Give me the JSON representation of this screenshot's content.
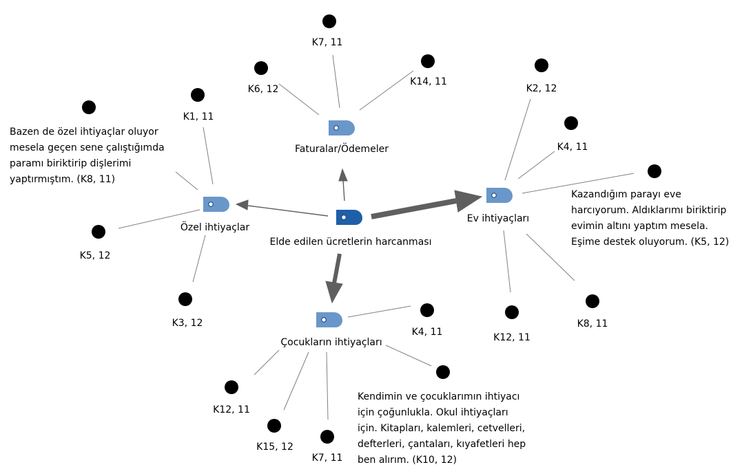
{
  "central": {
    "label": "Elde edilen ücretlerin harcanması"
  },
  "categories": {
    "faturalar": "Faturalar/Ödemeler",
    "ozel": "Özel ihtiyaçlar",
    "ev": "Ev ihtiyaçları",
    "cocuklar": "Çocukların ihtiyaçları"
  },
  "codes": {
    "k7_top": "K7, 11",
    "k6": "K6, 12",
    "k14": "K14, 11",
    "k1": "K1, 11",
    "k5_left": "K5, 12",
    "k3": "K3, 12",
    "k2": "K2, 12",
    "k4_right": "K4, 11",
    "k12_right": "K12, 11",
    "k8_right": "K8, 11",
    "k4_bottom": "K4, 11",
    "k12_bottom": "K12, 11",
    "k15": "K15, 12",
    "k7_bottom": "K7, 11"
  },
  "quotes": {
    "k8_quote": [
      "Bazen de özel ihtiyaçlar oluyor",
      "mesela geçen sene çalıştığımda",
      "paramı biriktirip dişlerimi",
      "yaptırmıştım. (K8, 11)"
    ],
    "k5_quote": [
      "Kazandığım parayı eve",
      "harcıyorum. Aldıklarımı biriktirip",
      "evimin altını yaptım mesela.",
      "Eşime destek oluyorum. (K5, 12)"
    ],
    "k10_quote": [
      "Kendimin ve çocuklarımın ihtiyacı",
      "için çoğunlukla. Okul ihtiyaçları",
      "için. Kitapları, kalemleri, cetvelleri,",
      "defterleri, çantaları, kıyafetleri hep",
      "ben alırım. (K10, 12)"
    ]
  },
  "colors": {
    "central_node": "#1f5fa8",
    "category_node": "#6a97c9",
    "pin": "#2e6cb5",
    "edge": "#808080",
    "arrow": "#5f5f5f"
  },
  "icons": {
    "node": "tag-icon",
    "quote": "pin-icon"
  }
}
